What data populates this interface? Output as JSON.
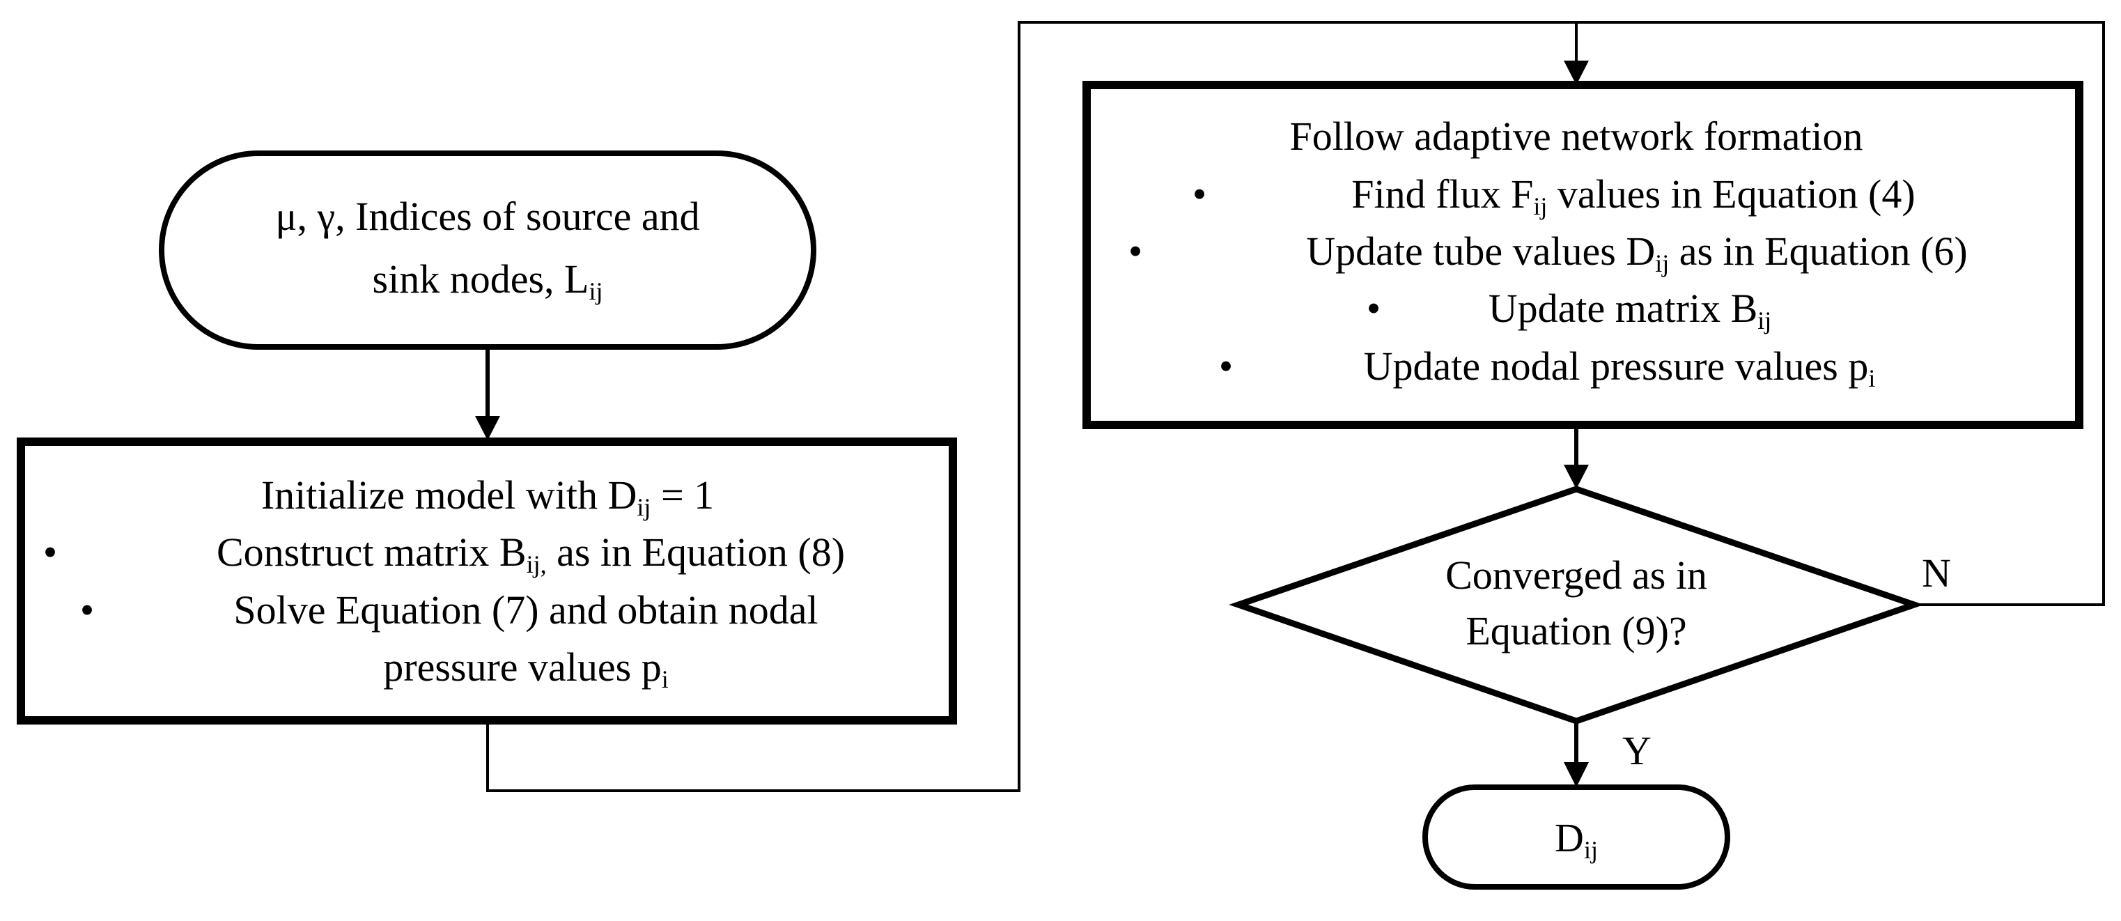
{
  "start": {
    "line1": "μ, γ, Indices of source and",
    "line2_text": "sink nodes, L",
    "line2_sub": "ij"
  },
  "init": {
    "title_text": "Initialize model with D",
    "title_sub": "ij",
    "title_suffix": " = 1",
    "bullet1_text": "Construct matrix B",
    "bullet1_sub": "ij,",
    "bullet1_suffix": " as in Equation (8)",
    "bullet2": "Solve Equation (7) and obtain nodal",
    "bullet2_cont_text": "pressure values p",
    "bullet2_cont_sub": "i"
  },
  "adaptive": {
    "title": "Follow adaptive network formation",
    "bullet1_text": "Find flux F",
    "bullet1_sub": "ij",
    "bullet1_suffix": " values in Equation (4)",
    "bullet2_text": "Update tube values D",
    "bullet2_sub": "ij",
    "bullet2_suffix": " as in Equation (6)",
    "bullet3_text": "Update matrix B",
    "bullet3_sub": "ij",
    "bullet4_text": "Update nodal pressure values p",
    "bullet4_sub": "i"
  },
  "decision": {
    "line1": "Converged as in",
    "line2": "Equation (9)?",
    "no_label": "N",
    "yes_label": "Y"
  },
  "end": {
    "text": "D",
    "sub": "ij"
  },
  "bullet_glyph": "•"
}
